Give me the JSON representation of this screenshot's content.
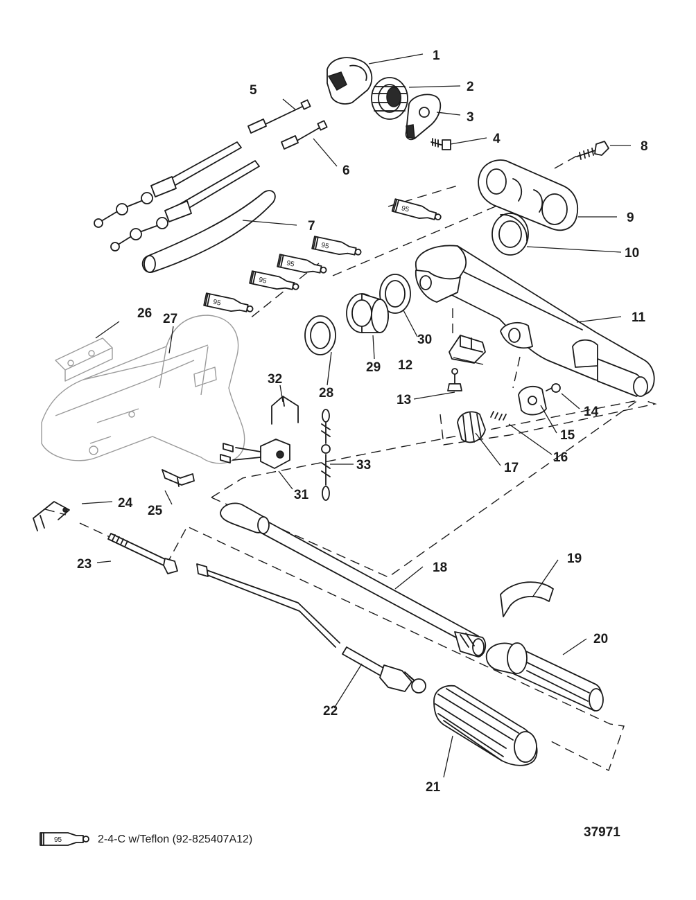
{
  "diagram": {
    "figure_number": "37971",
    "sealant_code": "95",
    "legend_text": "2-4-C w/Teflon (92-825407A12)",
    "callouts": {
      "c1": "1",
      "c2": "2",
      "c3": "3",
      "c4": "4",
      "c5": "5",
      "c6": "6",
      "c7": "7",
      "c8": "8",
      "c9": "9",
      "c10": "10",
      "c11": "11",
      "c12": "12",
      "c13": "13",
      "c14": "14",
      "c15": "15",
      "c16": "16",
      "c17": "17",
      "c18": "18",
      "c19": "19",
      "c20": "20",
      "c21": "21",
      "c22": "22",
      "c23": "23",
      "c24": "24",
      "c25": "25",
      "c26": "26",
      "c27": "27",
      "c28": "28",
      "c29": "29",
      "c30": "30",
      "c31": "31",
      "c32": "32",
      "c33": "33"
    }
  }
}
